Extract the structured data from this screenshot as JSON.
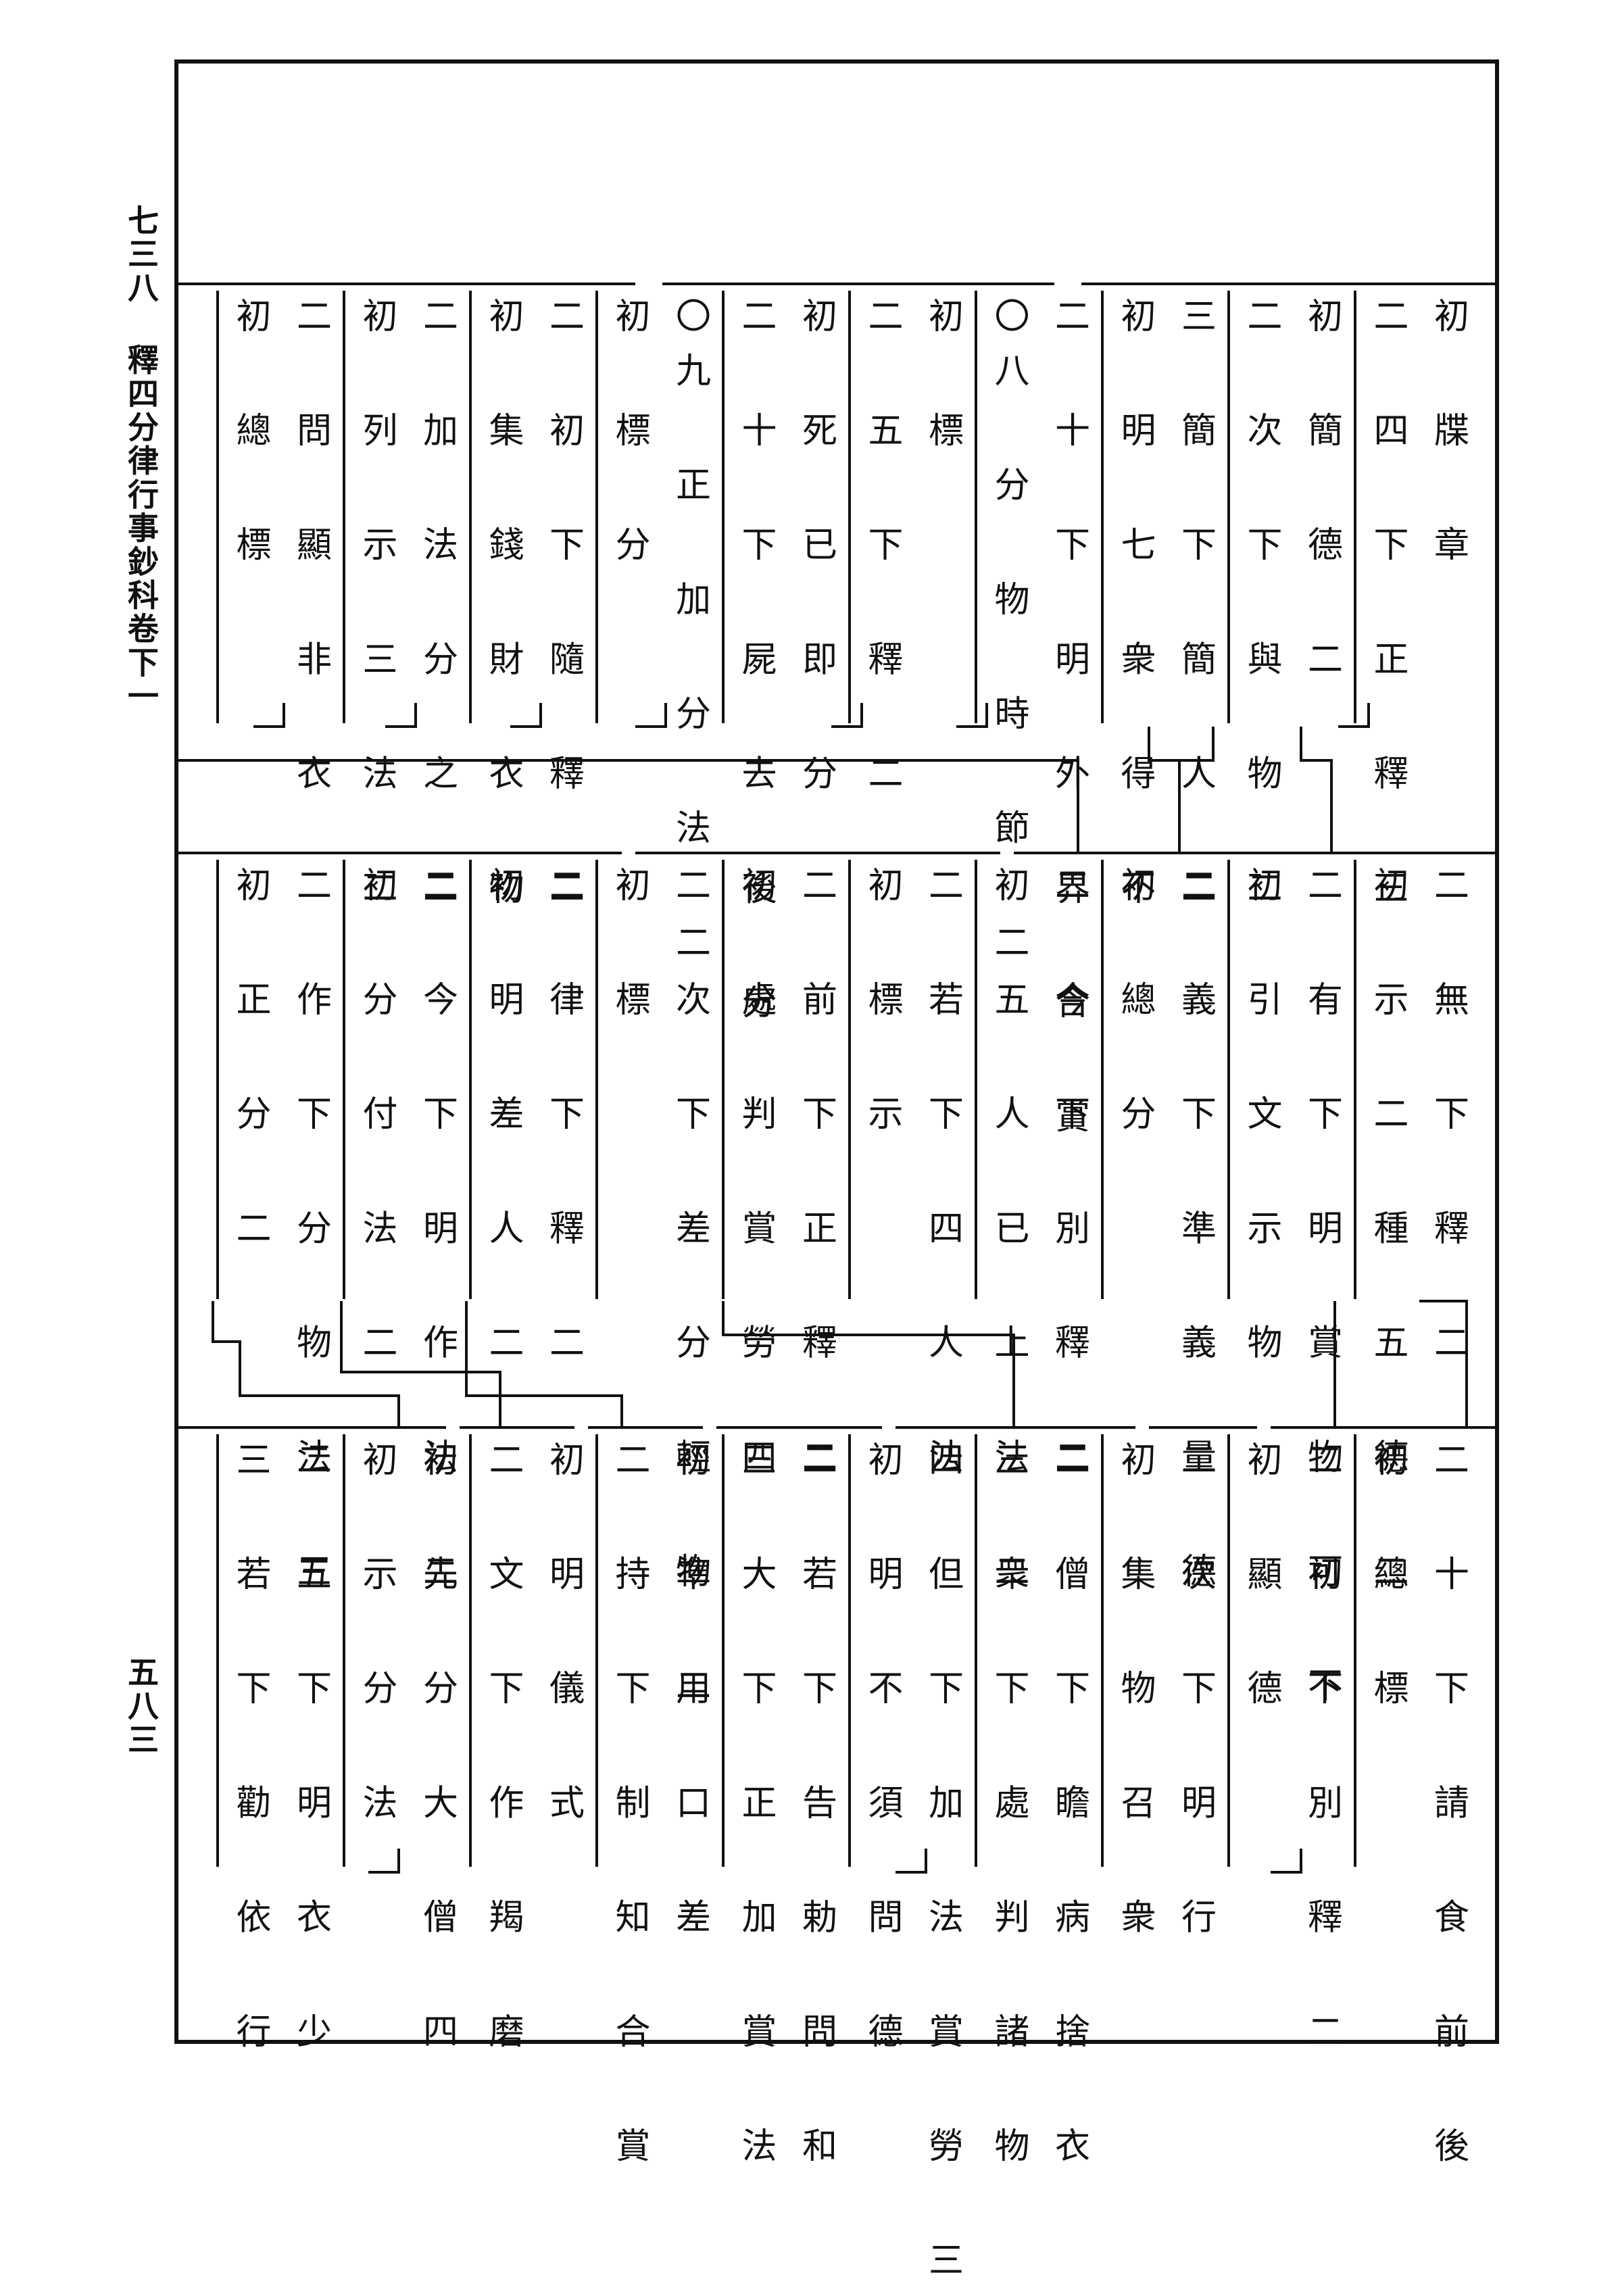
{
  "margin": {
    "header": "七三八 釋四分律行事鈔科卷下一",
    "page_number": "五八三"
  },
  "tier1": [
    {
      "text": "初 牒 章"
    },
    {
      "text": "二 四 下 正 釋 三"
    },
    {
      "text": "初 簡 德 二"
    },
    {
      "text": "二 次 下 與 物 二"
    },
    {
      "text": "三 簡 下 簡 人 二"
    },
    {
      "text": "初 明 七 衆 得 不"
    },
    {
      "text": "二 十 下 明 外 界 合 賞"
    },
    {
      "text": "〇八 分 物 時 節 二"
    },
    {
      "text": "初 標"
    },
    {
      "text": "二 五 下 釋 二"
    },
    {
      "text": "初 死 已 即 分"
    },
    {
      "text": "二 十 下 屍 去 後 分"
    },
    {
      "text": "〇九 正 加 分 法 二"
    },
    {
      "text": "初 標 分"
    },
    {
      "text": "二 初 下 隨 釋 二"
    },
    {
      "text": "初 集 錢 財 衣 物"
    },
    {
      "text": "二 加 法 分 之 二"
    },
    {
      "text": "初 列 示 三 法 二"
    },
    {
      "text": "二 問 顯 非 衣"
    },
    {
      "text": "初 總 標"
    }
  ],
  "tier2": [
    {
      "text": "二 無 下 釋 二"
    },
    {
      "text": "初 示 二 種 五 德 二"
    },
    {
      "text": "二 有 下 明 賞 物 可 不"
    },
    {
      "text": "初 引 文 示 物"
    },
    {
      "text": "二 義 下 準 義 量 德"
    },
    {
      "text": "初 總 分"
    },
    {
      "text": "二 今 下 別 釋 二"
    },
    {
      "text": "初 五 人 已 上 法 二"
    },
    {
      "text": "二 若 下 四 人 法"
    },
    {
      "text": "初 標 示"
    },
    {
      "text": "二 前 下 正 釋 二"
    },
    {
      "text": "初 處 判 賞 勞 四"
    },
    {
      "text": "二 次 下 差 分 輕 物 二"
    },
    {
      "text": "初 標"
    },
    {
      "text": "二 律 下 釋 二"
    },
    {
      "text": "初 明 差 人 二"
    },
    {
      "text": "二 今 下 明 作 法 二"
    },
    {
      "text": "初 分 付 法 二"
    },
    {
      "text": "二 作 下 分 物 法 三"
    },
    {
      "text": "初 正 分 二"
    }
  ],
  "tier3": [
    {
      "text": "二 十 下 請 食 前 後"
    },
    {
      "text": "初 總 標"
    },
    {
      "text": "二 初 下 別 釋 二"
    },
    {
      "text": "初 顯 德"
    },
    {
      "text": "二 次 下 明 行"
    },
    {
      "text": "初 集 物 召 衆"
    },
    {
      "text": "二 僧 下 瞻 病 捨 衣"
    },
    {
      "text": "三 衆 下 處 判 諸 物"
    },
    {
      "text": "四 但 下 加 法 賞 勞 三"
    },
    {
      "text": "初 明 不 須 問 德"
    },
    {
      "text": "二 若 下 告 勅 問 和"
    },
    {
      "text": "三 大 下 正 加 賞 法"
    },
    {
      "text": "初 準 用 口 差"
    },
    {
      "text": "二 持 下 制 知 合 賞"
    },
    {
      "text": "初 明 儀 式"
    },
    {
      "text": "二 文 下 作 羯 磨"
    },
    {
      "text": "初 先 分 大 僧 四"
    },
    {
      "text": "初 示 分 法"
    },
    {
      "text": "二 五 下 明 衣 少"
    },
    {
      "text": "三 若 下 勸 依 行"
    }
  ]
}
